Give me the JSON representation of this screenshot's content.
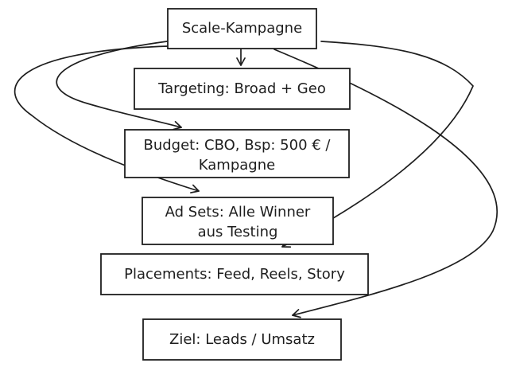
{
  "diagram": {
    "nodes": [
      {
        "id": "scale-campaign",
        "lines": [
          "Scale-Kampagne"
        ]
      },
      {
        "id": "targeting",
        "lines": [
          "Targeting: Broad + Geo"
        ]
      },
      {
        "id": "budget",
        "lines": [
          "Budget: CBO, Bsp: 500 € /",
          "Kampagne"
        ]
      },
      {
        "id": "ad-sets",
        "lines": [
          "Ad Sets: Alle Winner",
          "aus Testing"
        ]
      },
      {
        "id": "placements",
        "lines": [
          "Placements: Feed, Reels, Story"
        ]
      },
      {
        "id": "goal",
        "lines": [
          "Ziel: Leads / Umsatz"
        ]
      }
    ],
    "edges": [
      {
        "from": "scale-campaign",
        "to": "targeting"
      },
      {
        "from": "scale-campaign",
        "to": "budget"
      },
      {
        "from": "scale-campaign",
        "to": "ad-sets"
      },
      {
        "from": "scale-campaign",
        "to": "placements"
      },
      {
        "from": "scale-campaign",
        "to": "goal"
      }
    ],
    "colors": {
      "stroke": "#1e1e1e",
      "fill": "#ffffff",
      "background": "#ffffff"
    }
  }
}
